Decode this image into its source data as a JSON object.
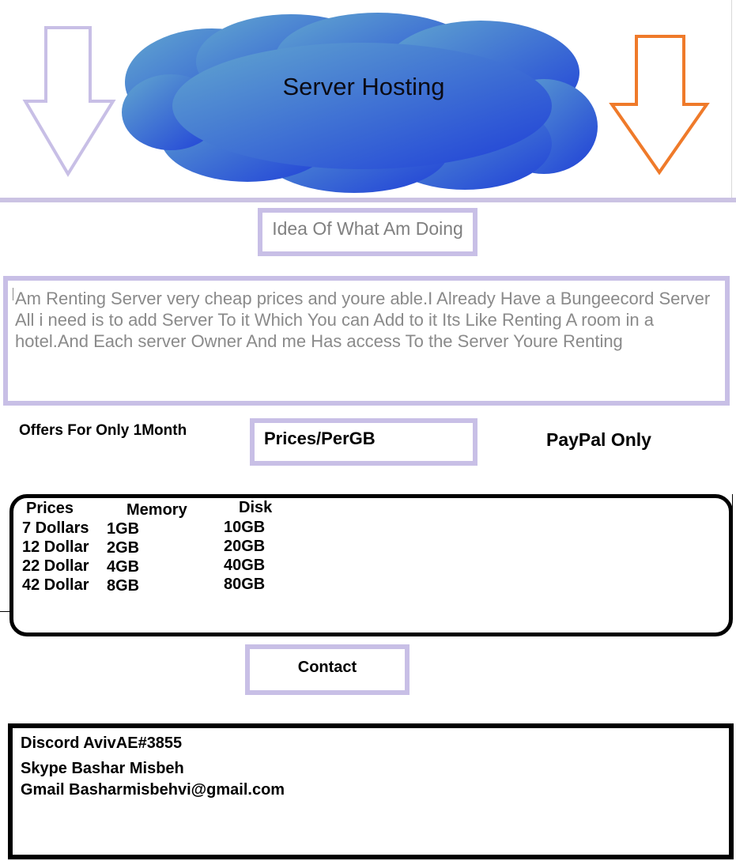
{
  "header": {
    "title": "Server Hosting",
    "left_arrow_color": "#c8bfe6",
    "right_arrow_color": "#ef7a2a",
    "cloud_gradient": [
      "#5ba4cf",
      "#2244d6"
    ]
  },
  "idea": {
    "label": "Idea Of What Am Doing"
  },
  "description": {
    "text": "Am Renting Server very cheap prices and youre able.I Already Have a Bungeecord Server All i need is to add Server To it Which You can Add to it Its Like Renting A room in a hotel.And Each server Owner And me Has access To the Server Youre Renting"
  },
  "offers": {
    "duration_label": "Offers For Only 1Month",
    "prices_label": "Prices/PerGB",
    "payment_label": "PayPal Only"
  },
  "pricing_table": {
    "headers": [
      "Prices",
      "Memory",
      "Disk"
    ],
    "rows": [
      [
        "7 Dollars",
        "1GB",
        "10GB"
      ],
      [
        "12 Dollar",
        "2GB",
        "20GB"
      ],
      [
        "22 Dollar",
        "4GB",
        "40GB"
      ],
      [
        "42 Dollar",
        "8GB",
        "80GB"
      ]
    ]
  },
  "contact": {
    "label": "Contact",
    "discord": "Discord AvivAE#3855",
    "skype": "Skype Bashar Misbeh",
    "gmail": "Gmail Basharmisbehvi@gmail.com"
  }
}
